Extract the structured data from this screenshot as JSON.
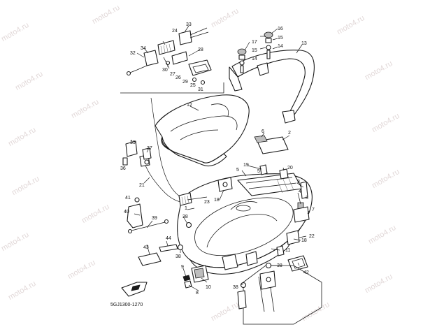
{
  "diagram": {
    "diagram_code": "5GJ1300-1270",
    "watermark": "moto4.ru",
    "callouts": [
      {
        "id": "c1",
        "text": "1"
      },
      {
        "id": "c2",
        "text": "2"
      },
      {
        "id": "c3a",
        "text": "3"
      },
      {
        "id": "c3b",
        "text": "3"
      },
      {
        "id": "c4",
        "text": "4"
      },
      {
        "id": "c5a",
        "text": "5"
      },
      {
        "id": "c5b",
        "text": "5"
      },
      {
        "id": "c6",
        "text": "6"
      },
      {
        "id": "c7",
        "text": "7"
      },
      {
        "id": "c8",
        "text": "8"
      },
      {
        "id": "c9",
        "text": "9"
      },
      {
        "id": "c10",
        "text": "10"
      },
      {
        "id": "c11",
        "text": "11"
      },
      {
        "id": "c12",
        "text": "12"
      },
      {
        "id": "c13",
        "text": "13"
      },
      {
        "id": "c14a",
        "text": "14"
      },
      {
        "id": "c14b",
        "text": "14"
      },
      {
        "id": "c15a",
        "text": "15"
      },
      {
        "id": "c15b",
        "text": "15"
      },
      {
        "id": "c16",
        "text": "16"
      },
      {
        "id": "c17",
        "text": "17"
      },
      {
        "id": "c18a",
        "text": "18"
      },
      {
        "id": "c18b",
        "text": "18"
      },
      {
        "id": "c19",
        "text": "19"
      },
      {
        "id": "c20",
        "text": "20"
      },
      {
        "id": "c21",
        "text": "21"
      },
      {
        "id": "c22",
        "text": "22"
      },
      {
        "id": "c23",
        "text": "23"
      },
      {
        "id": "c24",
        "text": "24"
      },
      {
        "id": "c25",
        "text": "25"
      },
      {
        "id": "c26",
        "text": "26"
      },
      {
        "id": "c27",
        "text": "27"
      },
      {
        "id": "c28",
        "text": "28"
      },
      {
        "id": "c29",
        "text": "29"
      },
      {
        "id": "c30",
        "text": "30"
      },
      {
        "id": "c31",
        "text": "31"
      },
      {
        "id": "c32",
        "text": "32"
      },
      {
        "id": "c33",
        "text": "33"
      },
      {
        "id": "c34",
        "text": "34"
      },
      {
        "id": "c35",
        "text": "35"
      },
      {
        "id": "c36",
        "text": "36"
      },
      {
        "id": "c37",
        "text": "37"
      },
      {
        "id": "c38a",
        "text": "38"
      },
      {
        "id": "c38b",
        "text": "38"
      },
      {
        "id": "c38c",
        "text": "38"
      },
      {
        "id": "c38d",
        "text": "38"
      },
      {
        "id": "c39",
        "text": "39"
      },
      {
        "id": "c40",
        "text": "40"
      },
      {
        "id": "c41",
        "text": "41"
      },
      {
        "id": "c42",
        "text": "42"
      },
      {
        "id": "c43",
        "text": "43"
      },
      {
        "id": "c44",
        "text": "44"
      }
    ]
  }
}
